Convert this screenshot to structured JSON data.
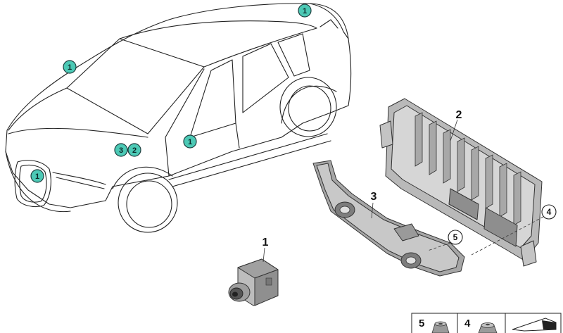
{
  "vehicle_callouts": [
    {
      "id": "badge-roof",
      "label": "1"
    },
    {
      "id": "badge-rear",
      "label": "1"
    },
    {
      "id": "badge-door",
      "label": "1"
    },
    {
      "id": "badge-grille",
      "label": "1"
    },
    {
      "id": "badge-fender-3",
      "label": "3"
    },
    {
      "id": "badge-fender-2",
      "label": "2"
    }
  ],
  "part_labels": {
    "camera": "1",
    "control_unit": "2",
    "bracket": "3",
    "screw_ring": "4",
    "nut_ring": "5"
  },
  "parts_table": {
    "nut_label": "5",
    "screw_label": "4"
  },
  "colors": {
    "callout_fill": "#4cc9b5",
    "line": "#222222",
    "part_gray": "#9a9a9a"
  }
}
